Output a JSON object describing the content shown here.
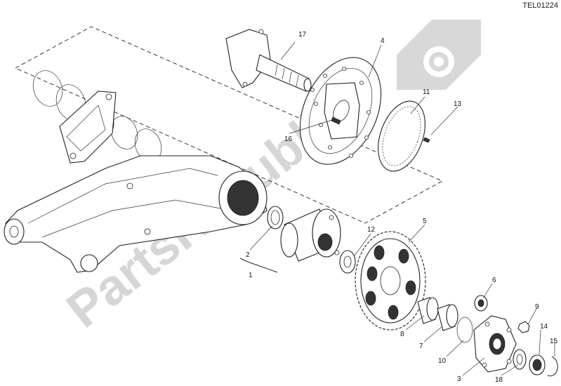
{
  "header": {
    "reference_code": "TEL01224"
  },
  "watermark": {
    "text": "PartsRepublik",
    "icon": "gear-icon"
  },
  "callouts": {
    "c1": "1",
    "c2": "2",
    "c3": "3",
    "c4": "4",
    "c5": "5",
    "c6": "6",
    "c7": "7",
    "c8": "8",
    "c9": "9",
    "c10": "10",
    "c11": "11",
    "c12": "12",
    "c13": "13",
    "c14": "14",
    "c15": "15",
    "c16": "16",
    "c17": "17",
    "c18": "18"
  }
}
